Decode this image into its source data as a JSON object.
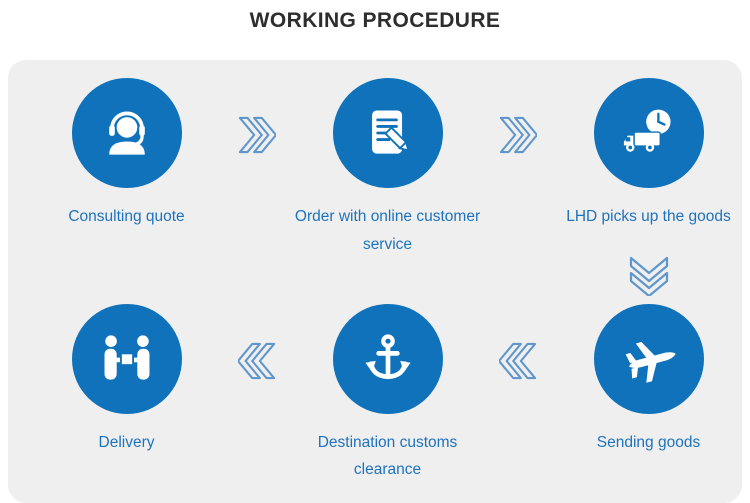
{
  "title": "WORKING PROCEDURE",
  "colors": {
    "circle_blue": "#0f72ba",
    "label_blue": "#1e73be",
    "arrow_blue": "#5f96cc",
    "panel_gray": "#efefef",
    "title_dark": "#2d2d2d"
  },
  "steps": [
    {
      "label": "Consulting quote",
      "icon": "headset-icon"
    },
    {
      "label": "Order with online customer service",
      "icon": "order-document-icon"
    },
    {
      "label": "LHD picks up the goods",
      "icon": "truck-clock-icon"
    },
    {
      "label": "Sending goods",
      "icon": "airplane-icon"
    },
    {
      "label": "Destination customs clearance",
      "icon": "anchor-icon"
    },
    {
      "label": "Delivery",
      "icon": "delivery-handover-icon"
    }
  ],
  "arrows": [
    {
      "between": "consulting-to-order",
      "direction": "right"
    },
    {
      "between": "order-to-pickup",
      "direction": "right"
    },
    {
      "between": "pickup-to-sending",
      "direction": "down"
    },
    {
      "between": "sending-to-customs",
      "direction": "left"
    },
    {
      "between": "customs-to-delivery",
      "direction": "left"
    }
  ]
}
